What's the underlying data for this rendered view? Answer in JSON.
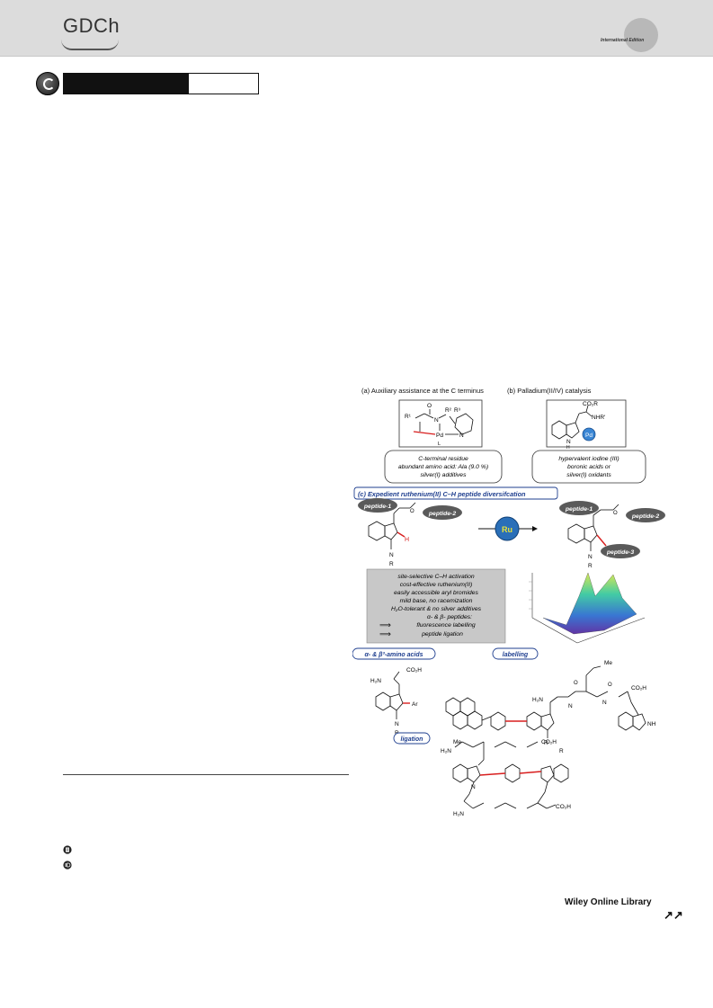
{
  "header": {
    "logo_text": "GDCh",
    "edition_label": "International Edition"
  },
  "figure": {
    "panel_a": {
      "title": "(a) Auxiliary assistance at the C terminus",
      "notes": [
        "C-terminal residue",
        "abundant amino acid: Ala (9.0 %)",
        "silver(I) additives"
      ],
      "chem_labels": {
        "r1": "R¹",
        "r2": "R²",
        "r3": "R³",
        "n1": "N",
        "n2": "N",
        "o": "O",
        "pd": "Pd",
        "l": "L"
      }
    },
    "panel_b": {
      "title": "(b) Palladium(II/IV) catalysis",
      "notes": [
        "hypervalent iodine (III)",
        "boronic acids or",
        "silver(I) oxidants"
      ],
      "chem_labels": {
        "co2r": "CO₂R",
        "nhr": "NHR'",
        "pd": "Pd",
        "nh": "N",
        "h": "H"
      }
    },
    "panel_c": {
      "title": "(c) Expedient ruthenium(II) C–H peptide diversifcation",
      "peptide_1": "peptide-1",
      "peptide_2": "peptide-2",
      "peptide_3": "peptide-3",
      "catalyst": "Ru",
      "r_label": "R",
      "n_label": "N",
      "h_label": "H",
      "features": [
        "site-selective C–H activation",
        "cost-effective ruthenium(II)",
        "easily accessible aryl bromides",
        "mild base, no racemization",
        "H₂O-tolerant & no silver additives"
      ],
      "peptide_types": "α- & β- peptides:",
      "applications": [
        "fluorescence labelling",
        "peptide ligation"
      ]
    },
    "labels": {
      "amino_acids": "α- & β³-amino acids",
      "labelling": "labelling",
      "ligation": "ligation"
    },
    "chem": {
      "co2h": "CO₂H",
      "h2n": "H₂N",
      "ar": "Ar",
      "nh": "NH",
      "n": "N",
      "r": "R",
      "h": "H",
      "o": "O",
      "me": "Me"
    }
  },
  "footer": {
    "publisher": "Wiley Online Library",
    "arrows": "↗↗"
  },
  "colors": {
    "header_band": "#dcdcdc",
    "title_blue": "#1f3f8f",
    "bond_red": "#d81e1e",
    "ru_badge": "#2a6fb8",
    "pd_badge": "#3a86d4",
    "peptide_oval": "#5a5a5a",
    "feature_box": "#c8c8c8"
  }
}
